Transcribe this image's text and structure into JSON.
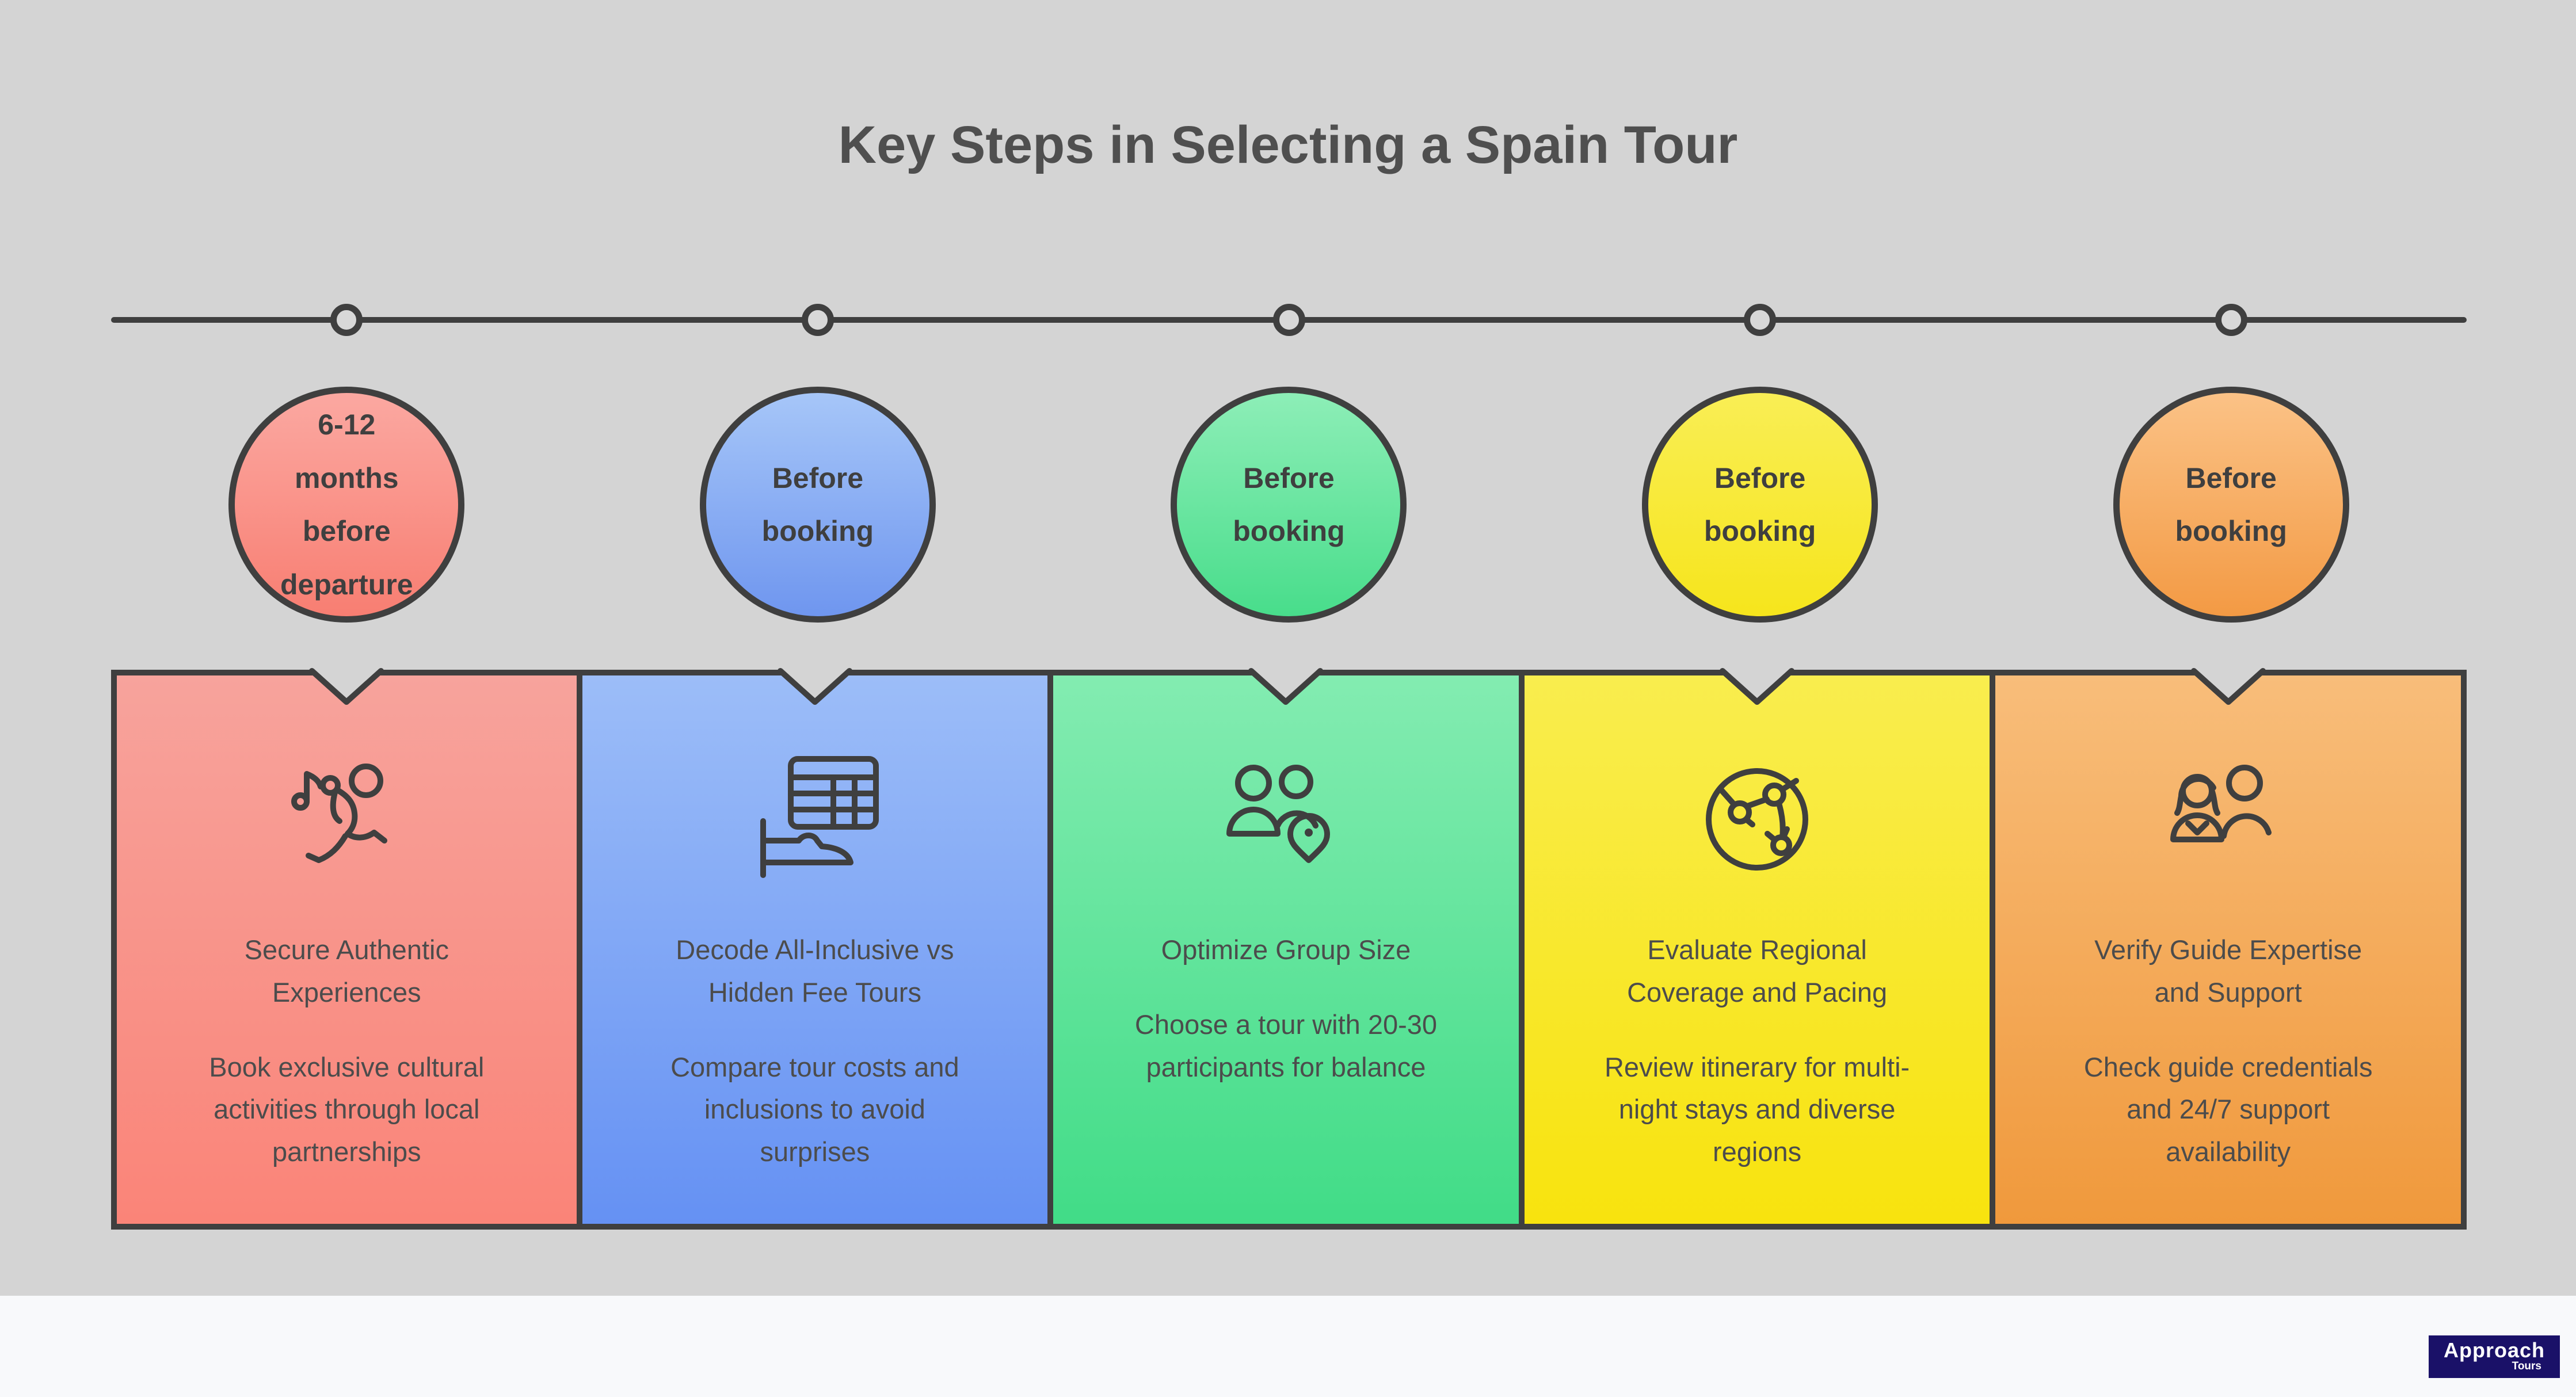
{
  "title": "Key Steps in Selecting a Spain Tour",
  "colors": {
    "background": "#d4d4d4",
    "footer_background": "#f8f9fb",
    "outline": "#3f3f3f",
    "text": "#4c4c4c",
    "logo_background": "#1a1168"
  },
  "timeline": {
    "node_count": 5
  },
  "footer": {
    "logo": {
      "brand": "Approach",
      "sub_brand": "Tours"
    }
  },
  "steps": [
    {
      "circle_label": "6-12\nmonths\nbefore\ndeparture",
      "icon": "flamenco-dancer-icon",
      "card_title": "Secure Authentic\nExperiences",
      "card_body": "Book exclusive cultural\nactivities through local\npartnerships",
      "colors": {
        "circle_top": "#fba8a1",
        "circle_bottom": "#f87e72",
        "card_top": "#f7a39c",
        "card_bottom": "#fa8478"
      }
    },
    {
      "circle_label": "Before\nbooking",
      "icon": "cost-table-icon",
      "card_title": "Decode All-Inclusive vs\nHidden Fee Tours",
      "card_body": "Compare tour costs and\ninclusions to avoid\nsurprises",
      "colors": {
        "circle_top": "#a6c6f8",
        "circle_bottom": "#6f96ef",
        "card_top": "#9cbdf8",
        "card_bottom": "#6591f3"
      }
    },
    {
      "circle_label": "Before\nbooking",
      "icon": "group-size-pin-icon",
      "card_title": "Optimize Group Size",
      "card_body": "Choose a tour with 20-30\nparticipants for balance",
      "colors": {
        "circle_top": "#8deeb7",
        "circle_bottom": "#48dd8b",
        "card_top": "#83ecb1",
        "card_bottom": "#41dc87"
      }
    },
    {
      "circle_label": "Before\nbooking",
      "icon": "globe-route-icon",
      "card_title": "Evaluate Regional\nCoverage and Pacing",
      "card_body": "Review itinerary for multi-\nnight stays and diverse\nregions",
      "colors": {
        "circle_top": "#f9ee55",
        "circle_bottom": "#f6e51c",
        "card_top": "#f9ed4e",
        "card_bottom": "#f8e30e"
      }
    },
    {
      "circle_label": "Before\nbooking",
      "icon": "guide-support-icon",
      "card_title": "Verify Guide Expertise\nand Support",
      "card_body": "Check guide credentials\nand 24/7 support\navailability",
      "colors": {
        "circle_top": "#fbc286",
        "circle_bottom": "#f39a44",
        "card_top": "#f8bd7a",
        "card_bottom": "#f0993c"
      }
    }
  ]
}
